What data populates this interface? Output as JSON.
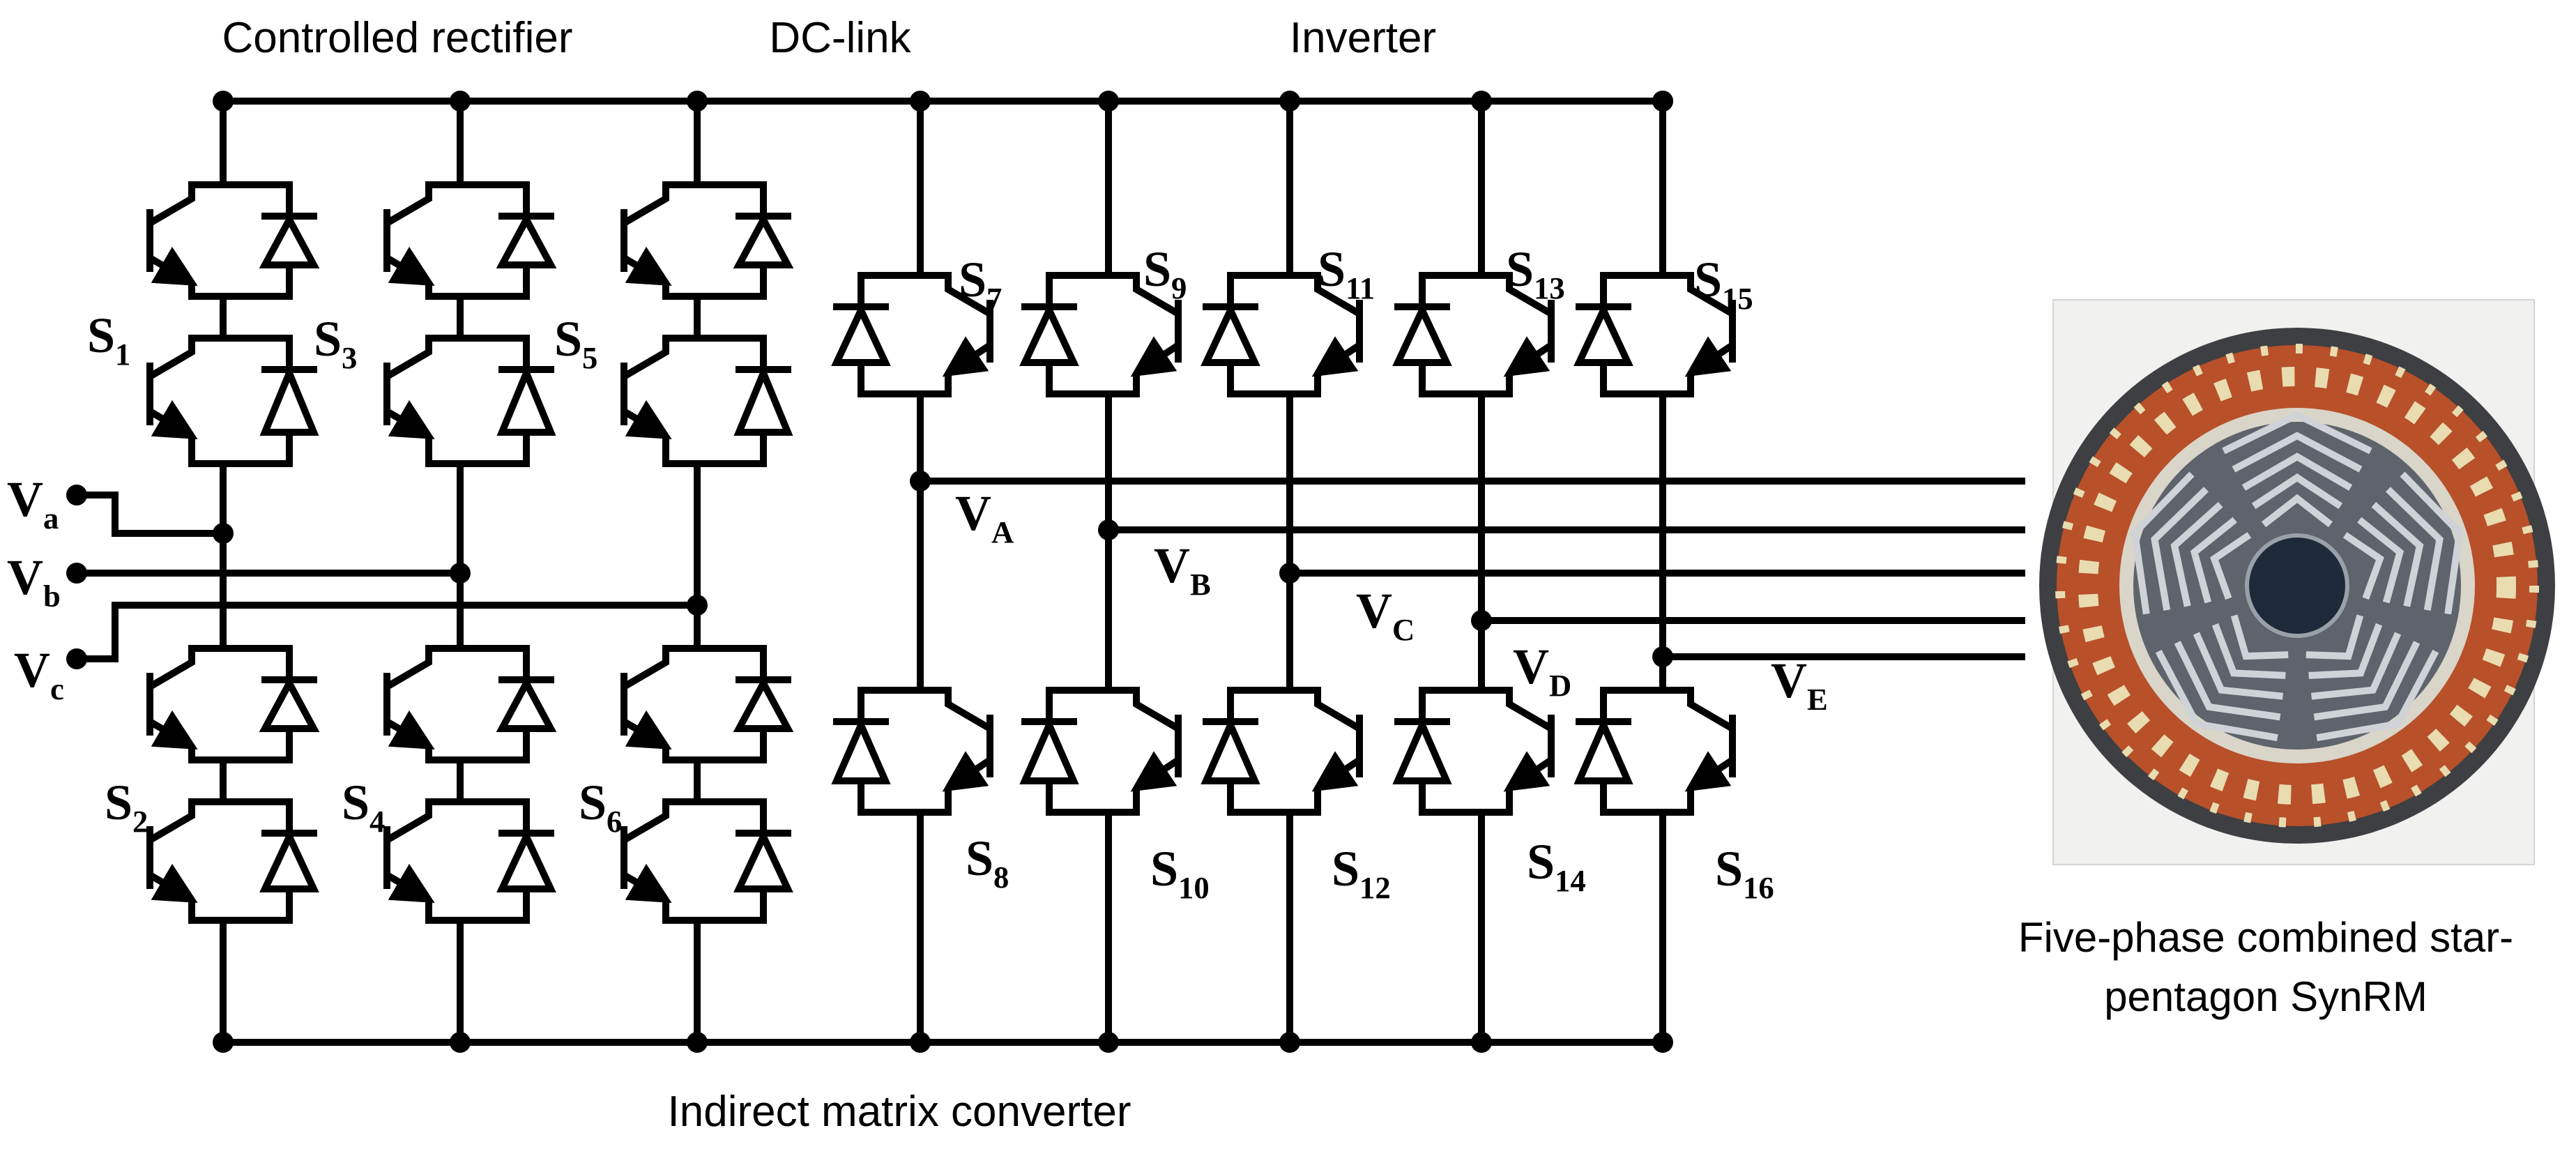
{
  "headings": {
    "rectifier": "Controlled rectifier",
    "dclink": "DC-link",
    "inverter": "Inverter",
    "converter": "Indirect matrix converter"
  },
  "motor_caption": {
    "line1": "Five-phase combined star-",
    "line2": "pentagon SynRM"
  },
  "input_phases": [
    {
      "main": "V",
      "sub": "a"
    },
    {
      "main": "V",
      "sub": "b"
    },
    {
      "main": "V",
      "sub": "c"
    }
  ],
  "output_phases": [
    {
      "main": "V",
      "sub": "A"
    },
    {
      "main": "V",
      "sub": "B"
    },
    {
      "main": "V",
      "sub": "C"
    },
    {
      "main": "V",
      "sub": "D"
    },
    {
      "main": "V",
      "sub": "E"
    }
  ],
  "rectifier_switches": [
    {
      "main": "S",
      "sub": "1"
    },
    {
      "main": "S",
      "sub": "3"
    },
    {
      "main": "S",
      "sub": "5"
    },
    {
      "main": "S",
      "sub": "2"
    },
    {
      "main": "S",
      "sub": "4"
    },
    {
      "main": "S",
      "sub": "6"
    }
  ],
  "inverter_switches": [
    {
      "main": "S",
      "sub": "7"
    },
    {
      "main": "S",
      "sub": "9"
    },
    {
      "main": "S",
      "sub": "11"
    },
    {
      "main": "S",
      "sub": "13"
    },
    {
      "main": "S",
      "sub": "15"
    },
    {
      "main": "S",
      "sub": "8"
    },
    {
      "main": "S",
      "sub": "10"
    },
    {
      "main": "S",
      "sub": "12"
    },
    {
      "main": "S",
      "sub": "14"
    },
    {
      "main": "S",
      "sub": "16"
    }
  ],
  "colors": {
    "wire": "#000000",
    "copper": "#b8502a",
    "lamination": "#5e636c",
    "tape": "#e8dcb0"
  }
}
